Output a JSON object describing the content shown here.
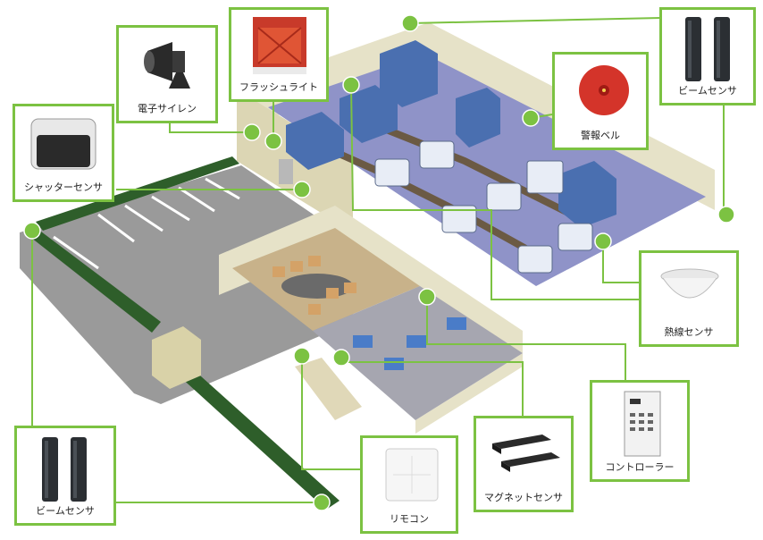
{
  "colors": {
    "accent": "#7cc242",
    "floor": "#8f93c8",
    "wall": "#e6e2c8",
    "parking": "#9a9a9a",
    "hedge": "#2e5e2a"
  },
  "devices": [
    {
      "id": "electronic-siren",
      "label": "電子サイレン",
      "icon": "siren-icon"
    },
    {
      "id": "flash-light",
      "label": "フラッシュライト",
      "icon": "flash-light-icon"
    },
    {
      "id": "beam-sensor-top",
      "label": "ビームセンサ",
      "icon": "beam-sensor-icon"
    },
    {
      "id": "alarm-bell",
      "label": "警報ベル",
      "icon": "bell-icon"
    },
    {
      "id": "shutter-sensor",
      "label": "シャッターセンサ",
      "icon": "shutter-sensor-icon"
    },
    {
      "id": "heat-sensor",
      "label": "熱線センサ",
      "icon": "heat-sensor-icon"
    },
    {
      "id": "controller",
      "label": "コントローラー",
      "icon": "controller-icon"
    },
    {
      "id": "magnet-sensor",
      "label": "マグネットセンサ",
      "icon": "magnet-sensor-icon"
    },
    {
      "id": "remote",
      "label": "リモコン",
      "icon": "remote-icon"
    },
    {
      "id": "beam-sensor-bottom",
      "label": "ビームセンサ",
      "icon": "beam-sensor-icon"
    }
  ]
}
